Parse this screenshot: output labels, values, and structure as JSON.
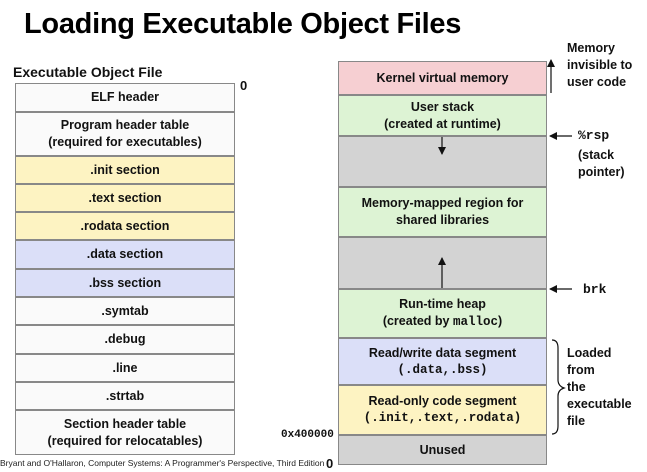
{
  "title": "Loading Executable Object Files",
  "exe_file": {
    "label": "Executable Object File",
    "zero": "0",
    "sections": [
      {
        "text": "ELF header"
      },
      {
        "text": "Program header table\n(required for executables)"
      },
      {
        "text": ".init section"
      },
      {
        "text": ".text section"
      },
      {
        "text": ".rodata section"
      },
      {
        "text": ".data section"
      },
      {
        "text": ".bss section"
      },
      {
        "text": ".symtab"
      },
      {
        "text": ".debug"
      },
      {
        "text": ".line"
      },
      {
        "text": ".strtab"
      },
      {
        "text": "Section header table\n(required for relocatables)"
      }
    ]
  },
  "memory": {
    "regions": {
      "kernel": "Kernel virtual memory",
      "user_stack_1": "User stack",
      "user_stack_2": "(created at runtime)",
      "mmap_1": "Memory-mapped region for",
      "mmap_2": "shared libraries",
      "heap_1": "Run-time heap",
      "heap_2_prefix": "(created by ",
      "heap_2_code": "malloc",
      "heap_2_suffix": ")",
      "data_1": "Read/write data segment",
      "data_2": "(.data,.bss)",
      "code_1": "Read-only code segment",
      "code_2": "(.init,.text,.rodata)",
      "unused": "Unused"
    },
    "addr_400000": "0x400000",
    "addr_zero": "0"
  },
  "annotations": {
    "memory_invisible": [
      "Memory",
      "invisible to",
      "user code"
    ],
    "rsp": "%rsp",
    "rsp_desc": [
      "(stack",
      "pointer)"
    ],
    "brk": "brk",
    "loaded": [
      "Loaded",
      "from",
      "the",
      "executable",
      "file"
    ]
  },
  "footer": "Bryant and O'Hallaron, Computer Systems: A Programmer's Perspective, Third Edition",
  "colors": {
    "white_fill": "#fafafa",
    "yellow_fill": "#fdf3c2",
    "blue_fill": "#dbdff8",
    "pink_fill": "#f6cfd2",
    "green_fill": "#ddf3d4",
    "gray_fill": "#d3d3d3"
  }
}
